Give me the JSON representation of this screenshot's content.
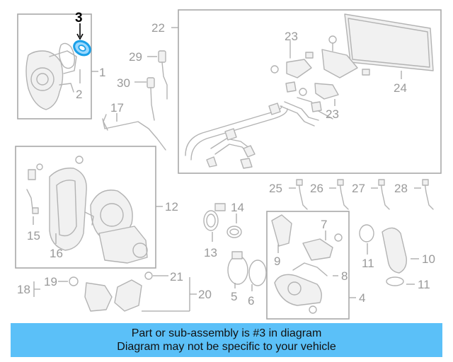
{
  "highlight_color": "#1aa0e8",
  "banner_color": "#5bc0f8",
  "callouts": {
    "c1": "1",
    "c2": "2",
    "c3": "3",
    "c4": "4",
    "c5": "5",
    "c6": "6",
    "c7": "7",
    "c8": "8",
    "c9": "9",
    "c10": "10",
    "c11a": "11",
    "c11b": "11",
    "c12": "12",
    "c13": "13",
    "c14": "14",
    "c15": "15",
    "c16": "16",
    "c17": "17",
    "c18": "18",
    "c19": "19",
    "c20": "20",
    "c21": "21",
    "c22": "22",
    "c23a": "23",
    "c23b": "23",
    "c24": "24",
    "c25": "25",
    "c26": "26",
    "c27": "27",
    "c28": "28",
    "c29": "29",
    "c30": "30"
  },
  "banner": {
    "line1": "Part or sub-assembly is #3 in diagram",
    "line2": "Diagram may not be specific to your vehicle"
  }
}
